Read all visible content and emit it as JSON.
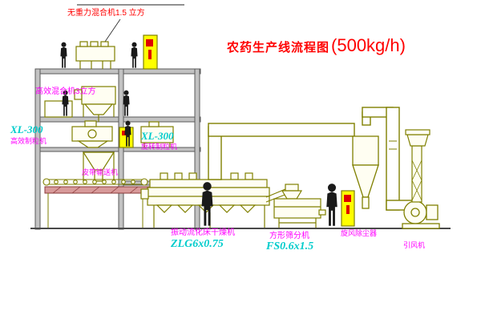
{
  "title": {
    "main": "农药生产线流程图",
    "capacity": "(500kg/h)"
  },
  "labels": {
    "bucket_mixer": "无重力混合机1.5 立方",
    "high_mixer": "高效混合机3立方",
    "granulator_left_model": "XL-300",
    "granulator_left_name": "高效制粒机",
    "granulator_right_model": "XL-300",
    "granulator_right_name": "旋转制粒机",
    "belt_conveyor": "皮带输送机",
    "dryer_name": "振动流化床干燥机",
    "dryer_model": "ZLG6x0.75",
    "sifter_name": "方形筛分机",
    "sifter_model": "FS0.6x1.5",
    "cyclone": "旋风除尘器",
    "fan": "引风机"
  },
  "colors": {
    "title_red": "#ff0000",
    "label_magenta": "#ff00ff",
    "model_cyan": "#00cccc",
    "equipment_olive": "#7f7f00",
    "structure_gray": "#5a5a5a",
    "cabinet_yellow": "#ffff00",
    "alert_red": "#e00000",
    "figure_black": "#1a1a1a"
  }
}
